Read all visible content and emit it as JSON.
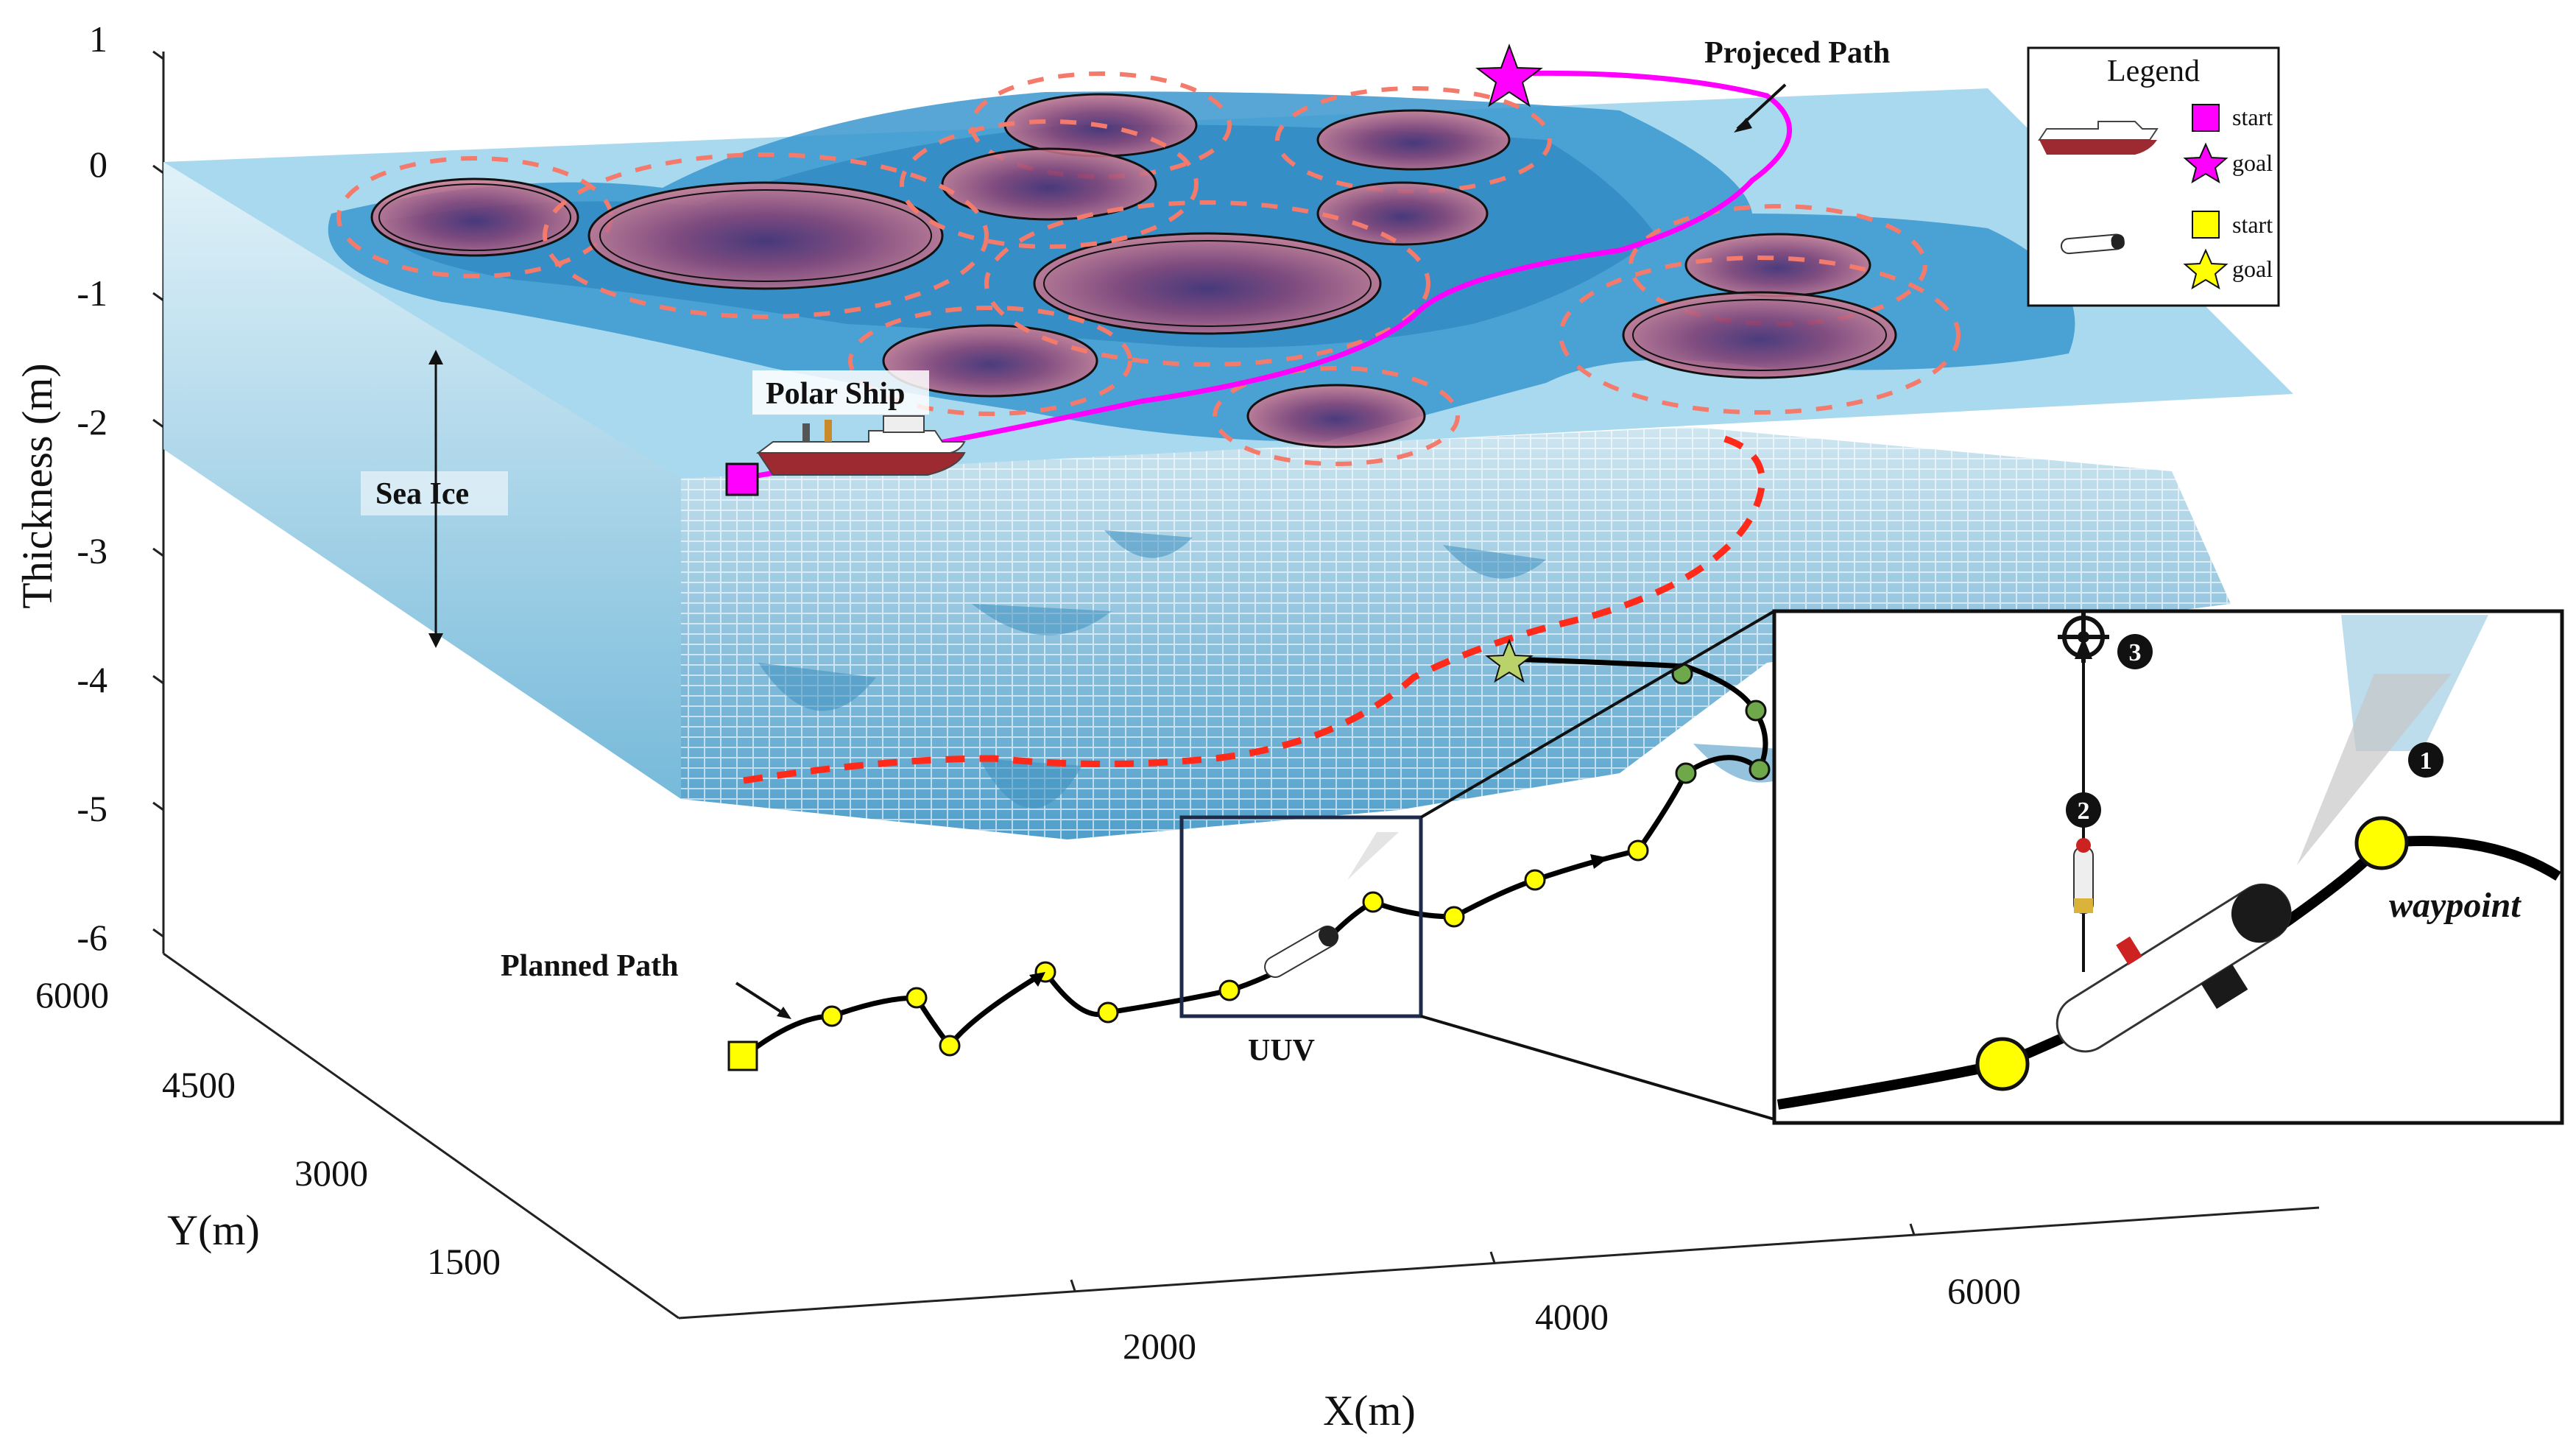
{
  "axes": {
    "z_label": "Thickness (m)",
    "z_ticks": [
      "1",
      "0",
      "-1",
      "-2",
      "-3",
      "-4",
      "-5",
      "-6"
    ],
    "y_label": "Y(m)",
    "y_ticks": [
      "6000",
      "4500",
      "3000",
      "1500"
    ],
    "x_label": "X(m)",
    "x_ticks": [
      "2000",
      "4000",
      "6000"
    ]
  },
  "annotations": {
    "projected_path": "Projeced Path",
    "polar_ship": "Polar Ship",
    "sea_ice": "Sea Ice",
    "planned_path": "Planned Path",
    "uuv": "UUV",
    "waypoint": "waypoint"
  },
  "legend": {
    "title": "Legend",
    "ship_start": "start",
    "ship_goal": "goal",
    "uuv_start": "start",
    "uuv_goal": "goal"
  },
  "badges": [
    "1",
    "2",
    "3"
  ],
  "colors": {
    "ship_marker": "#ff00ff",
    "uuv_marker": "#ffff00",
    "projected_path": "#ff00ff",
    "planned_path": "#000000",
    "ice_path": "#ff2a1a",
    "ice_top": "#a9d9ee",
    "ice_dense": "#2f8fc9",
    "ice_side": "#bfe3f1",
    "obstacle_fill": "#c4647a"
  },
  "icons": [
    "polar-ship-icon",
    "uuv-icon",
    "target-crosshair-icon",
    "star-icon"
  ]
}
